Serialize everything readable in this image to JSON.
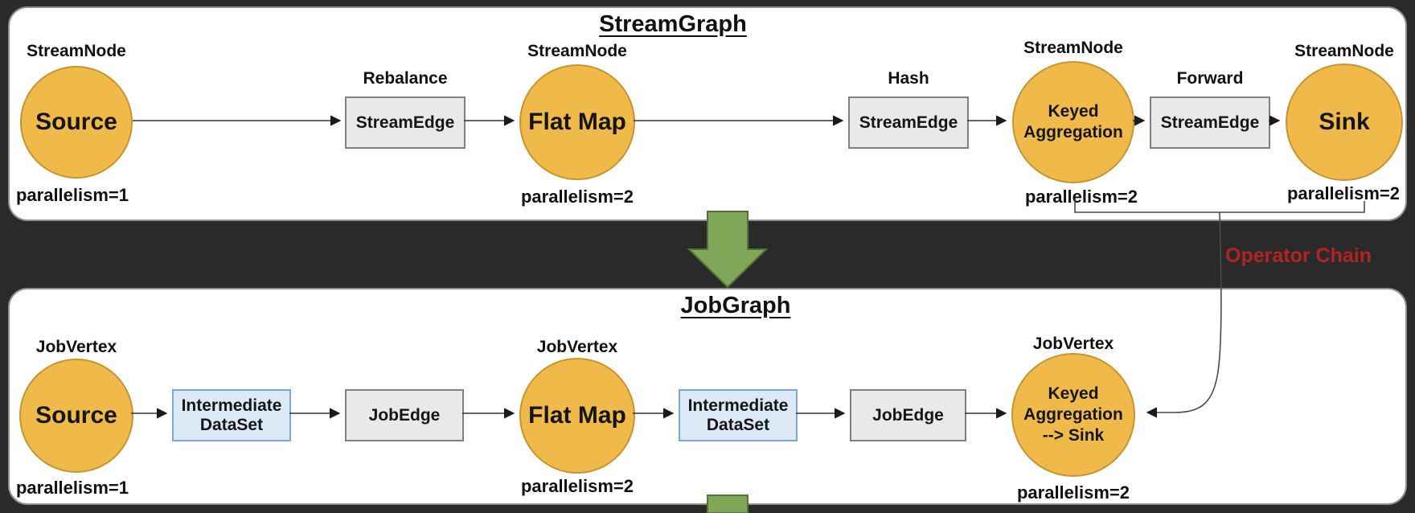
{
  "colors": {
    "bg": "#2a2a2a",
    "panel": "#ffffff",
    "node_fill": "#f0ba4b",
    "node_border": "#c6952f",
    "edge_fill": "#e9e9e9",
    "edge_border": "#808080",
    "dataset_fill": "#dce9f6",
    "dataset_border": "#7da7d1",
    "green_fill": "#7fa757",
    "green_border": "#55713b",
    "chain_red": "#b22424"
  },
  "stream_graph": {
    "title": "StreamGraph",
    "nodes": [
      {
        "type": "StreamNode",
        "label_lines": [
          "Source"
        ],
        "parallelism": "parallelism=1"
      },
      {
        "type": "StreamNode",
        "label_lines": [
          "Flat Map"
        ],
        "parallelism": "parallelism=2"
      },
      {
        "type": "StreamNode",
        "label_lines": [
          "Keyed",
          "Aggregation"
        ],
        "parallelism": "parallelism=2"
      },
      {
        "type": "StreamNode",
        "label_lines": [
          "Sink"
        ],
        "parallelism": "parallelism=2"
      }
    ],
    "edges": [
      {
        "partition": "Rebalance",
        "label": "StreamEdge"
      },
      {
        "partition": "Hash",
        "label": "StreamEdge"
      },
      {
        "partition": "Forward",
        "label": "StreamEdge"
      }
    ]
  },
  "transition": {
    "operator_chain_label": "Operator Chain"
  },
  "job_graph": {
    "title": "JobGraph",
    "vertices": [
      {
        "type": "JobVertex",
        "label_lines": [
          "Source"
        ],
        "parallelism": "parallelism=1"
      },
      {
        "type": "JobVertex",
        "label_lines": [
          "Flat Map"
        ],
        "parallelism": "parallelism=2"
      },
      {
        "type": "JobVertex",
        "label_lines": [
          "Keyed",
          "Aggregation",
          "--> Sink"
        ],
        "parallelism": "parallelism=2"
      }
    ],
    "connectors": [
      {
        "label_lines": [
          "Intermediate",
          "DataSet"
        ]
      },
      {
        "label_lines": [
          "JobEdge"
        ]
      },
      {
        "label_lines": [
          "Intermediate",
          "DataSet"
        ]
      },
      {
        "label_lines": [
          "JobEdge"
        ]
      }
    ]
  }
}
